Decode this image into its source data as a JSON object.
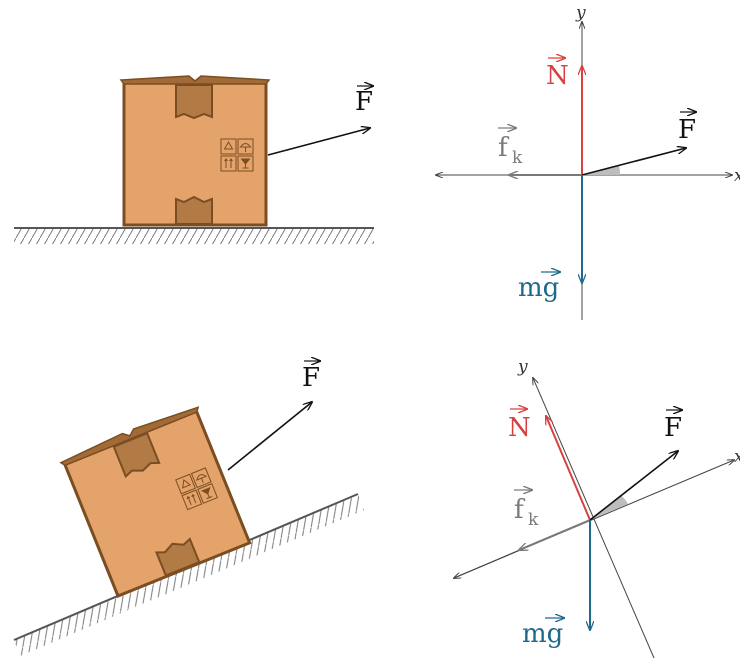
{
  "colors": {
    "force_F": "#111111",
    "force_N": "#d94040",
    "force_mg": "#1f6a8c",
    "force_fk": "#7a7a7a",
    "box_fill": "#e4a36a",
    "box_edge": "#7a4e22",
    "tape": "#b27a45",
    "ground": "#555555",
    "angle_wedge": "#bdbdbd"
  },
  "labels": {
    "F_main": "F",
    "N_main": "N",
    "mg_m": "mg",
    "f_base": "f",
    "f_sub": "k",
    "axis_y": "y",
    "axis_x": "x"
  },
  "panels": [
    {
      "id": "horizontal-scene",
      "description_word": "flat",
      "icons": [
        "recycle-icon",
        "umbrella-icon",
        "this-way-up-icon",
        "fragile-glass-icon"
      ]
    },
    {
      "id": "horizontal-fbd",
      "vectors": [
        "N",
        "F",
        "fk",
        "mg"
      ]
    },
    {
      "id": "incline-scene",
      "icons": [
        "recycle-icon",
        "umbrella-icon",
        "this-way-up-icon",
        "fragile-glass-icon"
      ]
    },
    {
      "id": "incline-fbd",
      "vectors": [
        "N",
        "F",
        "fk",
        "mg"
      ]
    }
  ]
}
